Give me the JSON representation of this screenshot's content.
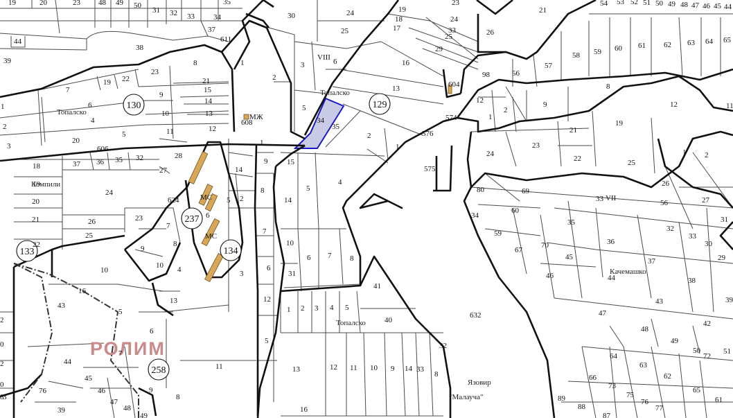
{
  "map": {
    "brand_text": "РОЛИМ",
    "localities": [
      {
        "id": "topalsko-west",
        "text": "Топалско"
      },
      {
        "id": "topalsko-north",
        "text": "Топалско"
      },
      {
        "id": "topalsko-south",
        "text": "Топалско"
      },
      {
        "id": "kompili",
        "text": "Компили"
      },
      {
        "id": "kachemashko",
        "text": "Качемашко"
      },
      {
        "id": "reservoir-1",
        "text": "Язовир"
      },
      {
        "id": "reservoir-2",
        "text": "\"Малауча\""
      }
    ],
    "quarter_numbers": [
      "130",
      "129",
      "237",
      "134",
      "133",
      "258"
    ],
    "roman_labels": [
      "VIII",
      "VII"
    ],
    "special_labels": [
      "МЖ",
      "МС",
      "МС"
    ],
    "selected_parcel": "34",
    "parcels_row_top_left": [
      "19",
      "20",
      "23",
      "48",
      "49",
      "50",
      "31",
      "32",
      "33",
      "34",
      "35"
    ],
    "parcels_north": [
      "30",
      "24",
      "25",
      "19",
      "18",
      "17",
      "23",
      "24",
      "33",
      "25",
      "29",
      "26",
      "21"
    ],
    "parcels_top_right": [
      "54",
      "53",
      "52",
      "51",
      "50",
      "49",
      "48",
      "47",
      "46",
      "45",
      "44"
    ],
    "parcels_block_west": [
      "44",
      "39",
      "37",
      "611",
      "38",
      "8",
      "23",
      "19",
      "22",
      "7",
      "9",
      "21",
      "15",
      "14",
      "13",
      "12",
      "6",
      "10",
      "4",
      "11",
      "5",
      "20",
      "1",
      "2",
      "3",
      "606"
    ],
    "parcels_block_center": [
      "1",
      "2",
      "3",
      "6",
      "5",
      "34",
      "35",
      "608",
      "1",
      "16",
      "13",
      "2",
      "1",
      "604",
      "574",
      "576",
      "575"
    ],
    "parcels_block_east": [
      "98",
      "56",
      "57",
      "58",
      "59",
      "60",
      "61",
      "62",
      "63",
      "64",
      "65",
      "12",
      "1",
      "2",
      "9",
      "8",
      "12",
      "11",
      "19",
      "21",
      "22",
      "24",
      "23",
      "25",
      "1",
      "2",
      "26",
      "27",
      "56",
      "33"
    ],
    "parcels_mid_west": [
      "18",
      "19",
      "20",
      "21",
      "22",
      "37",
      "36",
      "35",
      "32",
      "24",
      "26",
      "25",
      "23",
      "28",
      "27",
      "624",
      "7",
      "8",
      "9",
      "10",
      "4",
      "6",
      "5",
      "2",
      "3",
      "14",
      "9",
      "8",
      "7",
      "6",
      "12",
      "5",
      "13"
    ],
    "parcels_mid_center": [
      "15",
      "5",
      "4",
      "14",
      "10",
      "6",
      "7",
      "8",
      "31",
      "41",
      "1",
      "2",
      "3",
      "4",
      "5",
      "40",
      "13",
      "12",
      "11",
      "10",
      "9",
      "14",
      "33",
      "8",
      "32",
      "16"
    ],
    "parcels_mid_east": [
      "80",
      "69",
      "60",
      "34",
      "59",
      "67",
      "70",
      "35",
      "36",
      "45",
      "46",
      "37",
      "44",
      "32",
      "33",
      "30",
      "29",
      "31",
      "38",
      "43",
      "39",
      "47",
      "48",
      "42",
      "49",
      "50",
      "72",
      "64",
      "63",
      "51",
      "62",
      "66",
      "73",
      "75",
      "76",
      "77",
      "65",
      "61",
      "89",
      "88",
      "87",
      "632"
    ],
    "parcels_southwest": [
      "10",
      "16",
      "43",
      "5",
      "6",
      "2",
      "0",
      "7",
      "44",
      "45",
      "46",
      "47",
      "48",
      "49",
      "39",
      "76",
      "9",
      "8",
      "11",
      "2",
      "0",
      "8",
      "3"
    ]
  }
}
